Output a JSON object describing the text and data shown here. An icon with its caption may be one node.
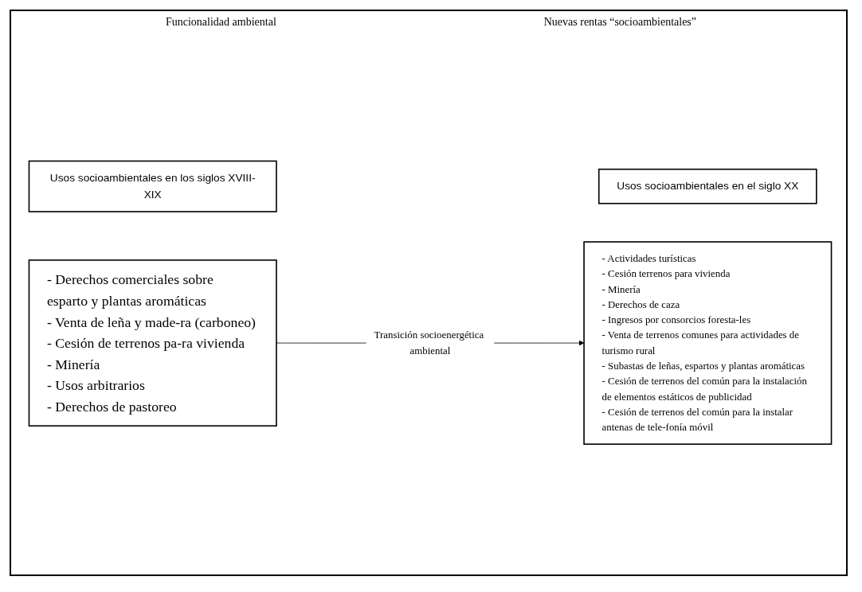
{
  "diagram": {
    "nodes": [
      {
        "text": [
          "Usos socioambientales en los siglos XVIII-XIX"
        ]
      },
      {
        "text": [
          "Usos socioambientales en el siglo XX"
        ]
      },
      {
        "text": [
          "- Derechos comerciales sobre esparto y plantas aromáticas",
          "- Venta de leña y made-ra (carboneo)",
          "- Cesión de terrenos pa-ra vivienda",
          "- Minería",
          "- Usos arbitrarios",
          "- Derechos de pastoreo"
        ]
      },
      {
        "text": [
          "- Actividades turísticas",
          "- Cesión terrenos para vivienda",
          "- Minería",
          "- Derechos de caza",
          "- Ingresos por consorcios foresta-les",
          "- Venta de terrenos comunes para actividades de turismo rural",
          "- Subastas de leñas, espartos y plantas aromáticas",
          "- Cesión de terrenos del común para la instalación de elementos estáticos de publicidad",
          "- Cesión de terrenos del común para la instalar antenas de tele-fonía móvil"
        ]
      }
    ],
    "edges": [
      {
        "from": 2,
        "to": 3,
        "arrow": "to",
        "label": "Transición socioenergética ambiental"
      }
    ],
    "labels": [
      "Funcionalidad ambiental",
      "Nuevas rentas “socioambientales”"
    ]
  }
}
